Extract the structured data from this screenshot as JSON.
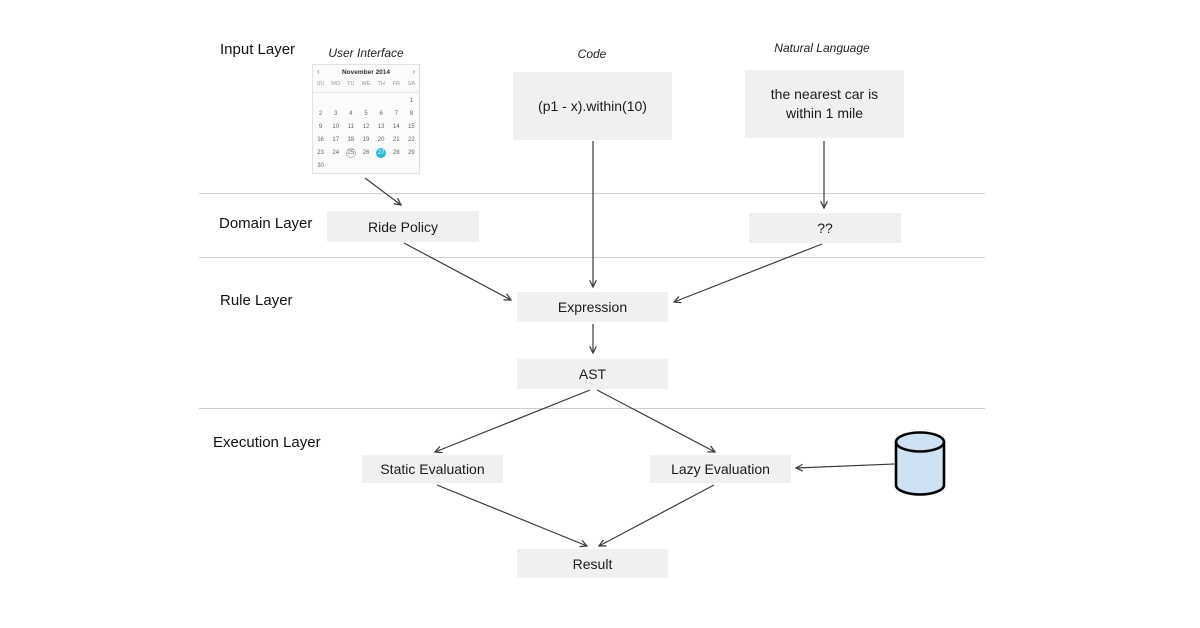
{
  "colors": {
    "box_bg": "#f0f0f0",
    "accent": "#29b9d8",
    "cylinder_fill": "#cfe2f3",
    "separator": "#cfcfcf",
    "arrow": "#3a3a3a"
  },
  "layers": {
    "input": "Input Layer",
    "domain": "Domain Layer",
    "rule": "Rule Layer",
    "execution": "Execution Layer"
  },
  "columns": {
    "user_interface": "User Interface",
    "code": "Code",
    "natural_language": "Natural Language"
  },
  "nodes": {
    "code_sample": "(p1 - x).within(10)",
    "natural_language_line1": "the nearest car is",
    "natural_language_line2": "within 1 mile",
    "ride_policy": "Ride Policy",
    "unknown": "??",
    "expression": "Expression",
    "ast": "AST",
    "static_evaluation": "Static Evaluation",
    "lazy_evaluation": "Lazy Evaluation",
    "result": "Result"
  },
  "calendar": {
    "prev": "‹",
    "next": "›",
    "month_label": "November 2014",
    "day_headers": [
      "SU",
      "MO",
      "TU",
      "WE",
      "TH",
      "FR",
      "SA"
    ],
    "weeks": [
      [
        "",
        "",
        "",
        "",
        "",
        "",
        "1"
      ],
      [
        "2",
        "3",
        "4",
        "5",
        "6",
        "7",
        "8"
      ],
      [
        "9",
        "10",
        "11",
        "12",
        "13",
        "14",
        "15"
      ],
      [
        "16",
        "17",
        "18",
        "19",
        "20",
        "21",
        "22"
      ],
      [
        "23",
        "24",
        "25",
        "26",
        "27",
        "28",
        "29"
      ],
      [
        "30",
        "",
        "",
        "",
        "",
        "",
        ""
      ]
    ],
    "today_date": "25",
    "selected_date": "27"
  }
}
